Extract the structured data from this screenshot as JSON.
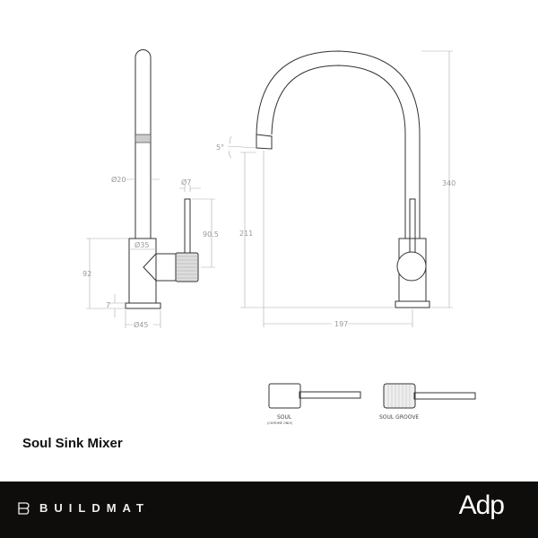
{
  "product": {
    "title": "Soul Sink Mixer"
  },
  "side_view": {
    "dims": {
      "stem_dia": "Ø20",
      "lever_dia": "Ø7",
      "lever_height": "90.5",
      "body_dia": "Ø35",
      "body_height": "92",
      "base_height": "7",
      "base_dia": "Ø45"
    }
  },
  "front_view": {
    "dims": {
      "angle": "5°",
      "spout_height": "211",
      "total_height": "340",
      "reach": "197"
    }
  },
  "variants": [
    {
      "name": "SOUL",
      "note": "(CHROME ONLY)"
    },
    {
      "name": "SOUL GROOVE"
    }
  ],
  "footer": {
    "brand": "BUILDMAT",
    "logo": "Adp",
    "background": "#0f0d0b"
  }
}
